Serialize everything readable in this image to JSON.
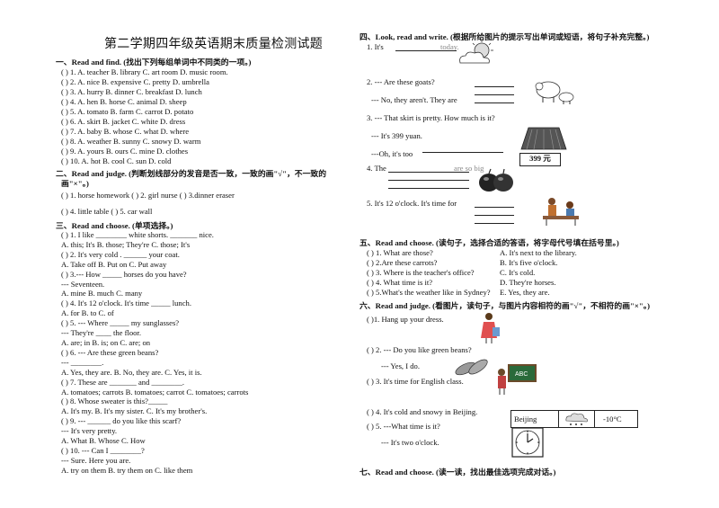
{
  "title": "第二学期四年级英语期末质量检测试题",
  "left": {
    "s1": {
      "header": "一、Read and find. (找出下列每组单词中不同类的一项。)",
      "rows": [
        "( ) 1. A. teacher   B. library    C. art room    D. music room.",
        "( ) 2. A. nice      B. expensive   C. pretty      D. umbrella",
        "( ) 3. A. hurry     B. dinner      C. breakfast    D. lunch",
        "( ) 4. A. hen       B. horse       C. animal       D. sheep",
        "( ) 5. A. tomato    B. farm        C. carrot       D. potato",
        "( ) 6. A. skirt     B. jacket      C. white        D. dress",
        "( ) 7. A. baby      B. whose       C. what         D. where",
        "( ) 8. A. weather   B. sunny       C. snowy        D. warm",
        "( ) 9. A. yours     B. ours        C. mine         D. clothes",
        "( ) 10. A. hot      B. cool        C. sun          D. cold"
      ]
    },
    "s2": {
      "header": "二、Read and judge. (判断划线部分的发音是否一致，一致的画\"√\"，不一致的",
      "header2": "画\"×\"。)",
      "row1": "( ) 1. horse  homework  ( ) 2. girl  nurse  ( ) 3.dinner  eraser",
      "row2": "( ) 4. little  table   ( ) 5. car  wall"
    },
    "s3": {
      "header": "三、Read and choose. (单项选择。)",
      "rows": [
        "( ) 1. I like ________ white shorts. _______ nice.",
        "   A. this; It's     B. those; They're    C. those; It's",
        "( ) 2. It's very cold . ______ your coat.",
        "   A. Take off   B. Put on     C. Put away",
        "( ) 3.--- How _____ horses do you have?",
        "   --- Seventeen.",
        "      A. mine     B. much       C. many",
        "( ) 4. It's 12 o'clock. It's time _____ lunch.",
        "   A. for    B. to    C. of",
        "( ) 5. --- Where _____ my sunglasses?",
        "   --- They're ____ the floor.",
        "   A. are; in       B. is; on         C. are; on",
        "( ) 6. --- Are these green beans?",
        "   --- ________.",
        "   A. Yes, they are.  B. No, they are. C. Yes, it is.",
        "( ) 7. These are _______ and ________.",
        "      A. tomatoes; carrots  B. tomatoes; carrot  C. tomatoes; carrots",
        "( ) 8. Whose sweater is this?_____",
        "   A. It's my.     B. It's my sister.     C. It's my brother's.",
        "( ) 9. --- ______ do you like this scarf?",
        "   --- It's very pretty.",
        "      A. What        B. Whose       C. How",
        "( ) 10. --- Can I ________?",
        "   --- Sure. Here you are.",
        "   A. try on them        B. try them on        C. like them"
      ]
    }
  },
  "right": {
    "s4": {
      "header": "四、Look, read and write. (根据所给图片的提示写出单词或短语，将句子补充完整。)",
      "q1": "1. It's",
      "q1_hint": "today.",
      "q2": "2. --- Are these goats?",
      "q2b": "--- No, they aren't. They are",
      "q3": "3. --- That skirt is pretty. How much is it?",
      "q3b": "--- It's 399 yuan.",
      "q3c": "---Oh, it's too",
      "q4": "4. The",
      "q4_hint": "are so big",
      "price": "399 元",
      "q5": "5. It's 12 o'clock. It's time for"
    },
    "s5": {
      "header": "五、Read and choose. (读句子，选择合适的答语，将字母代号填在括号里。)",
      "rows": [
        [
          "( ) 1. What are those?",
          "A. It's next to the library."
        ],
        [
          "( ) 2.Are these carrots?",
          "B. It's five o'clock."
        ],
        [
          "( ) 3. Where is the teacher's office?",
          "C. It's cold."
        ],
        [
          "( ) 4. What time is it?",
          "D. They're horses."
        ],
        [
          "( ) 5.What's the weather like in Sydney?",
          "E. Yes, they are."
        ]
      ]
    },
    "s6": {
      "header": "六、Read and judge. (看图片，读句子，与图片内容相符的画\"√\"，不相符的画\"×\"。)",
      "q1": "( )1. Hang up your dress.",
      "q2": "( ) 2. --- Do you like green beans?",
      "q2b": "--- Yes, I do.",
      "q3": "( ) 3. It's time for English class.",
      "q4": "( ) 4. It's cold and snowy in Beijing.",
      "city": "Beijing",
      "temp": "-10°C",
      "q5": "( ) 5. ---What time is it?",
      "q5b": "--- It's two o'clock.",
      "board": "ABC"
    },
    "s7": {
      "header": "七、Read and choose. (读一读，找出最佳选项完成对话。)"
    }
  }
}
